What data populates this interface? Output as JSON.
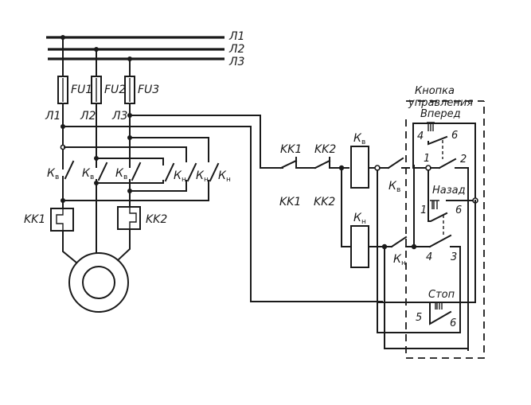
{
  "diagram": {
    "type": "electrical-schematic",
    "subject": "reversing motor starter with control push-button station",
    "bus_lines": [
      "Л1",
      "Л2",
      "Л3"
    ],
    "phase_taps": [
      "Л1",
      "Л2",
      "Л3"
    ],
    "fuses": [
      "FU1",
      "FU2",
      "FU3"
    ],
    "forward_contacts_label": "К",
    "forward_sub": "в",
    "reverse_contacts_label": "К",
    "reverse_sub": "н",
    "thermal_relays": [
      "KK1",
      "KK2"
    ],
    "control": {
      "overload_contacts": [
        "KK1",
        "KK2"
      ],
      "overload_contacts_second": [
        "KK1",
        "KK2"
      ],
      "coil_forward": "К",
      "coil_forward_sub": "в",
      "coil_reverse": "К",
      "coil_reverse_sub": "н",
      "aux_forward": "К",
      "aux_forward_sub": "в",
      "aux_reverse": "К",
      "aux_reverse_sub": "н"
    },
    "button_station": {
      "title_line1": "Кнопка",
      "title_line2": "управления",
      "forward": {
        "label": "Вперед",
        "terminals": [
          "4",
          "6"
        ],
        "aux_terminals": [
          "1",
          "2"
        ]
      },
      "reverse": {
        "label": "Назад",
        "terminals": [
          "1",
          "6"
        ],
        "aux_terminals": [
          "4",
          "3"
        ]
      },
      "stop": {
        "label": "Стоп",
        "terminals": [
          "5",
          "6"
        ]
      }
    }
  }
}
